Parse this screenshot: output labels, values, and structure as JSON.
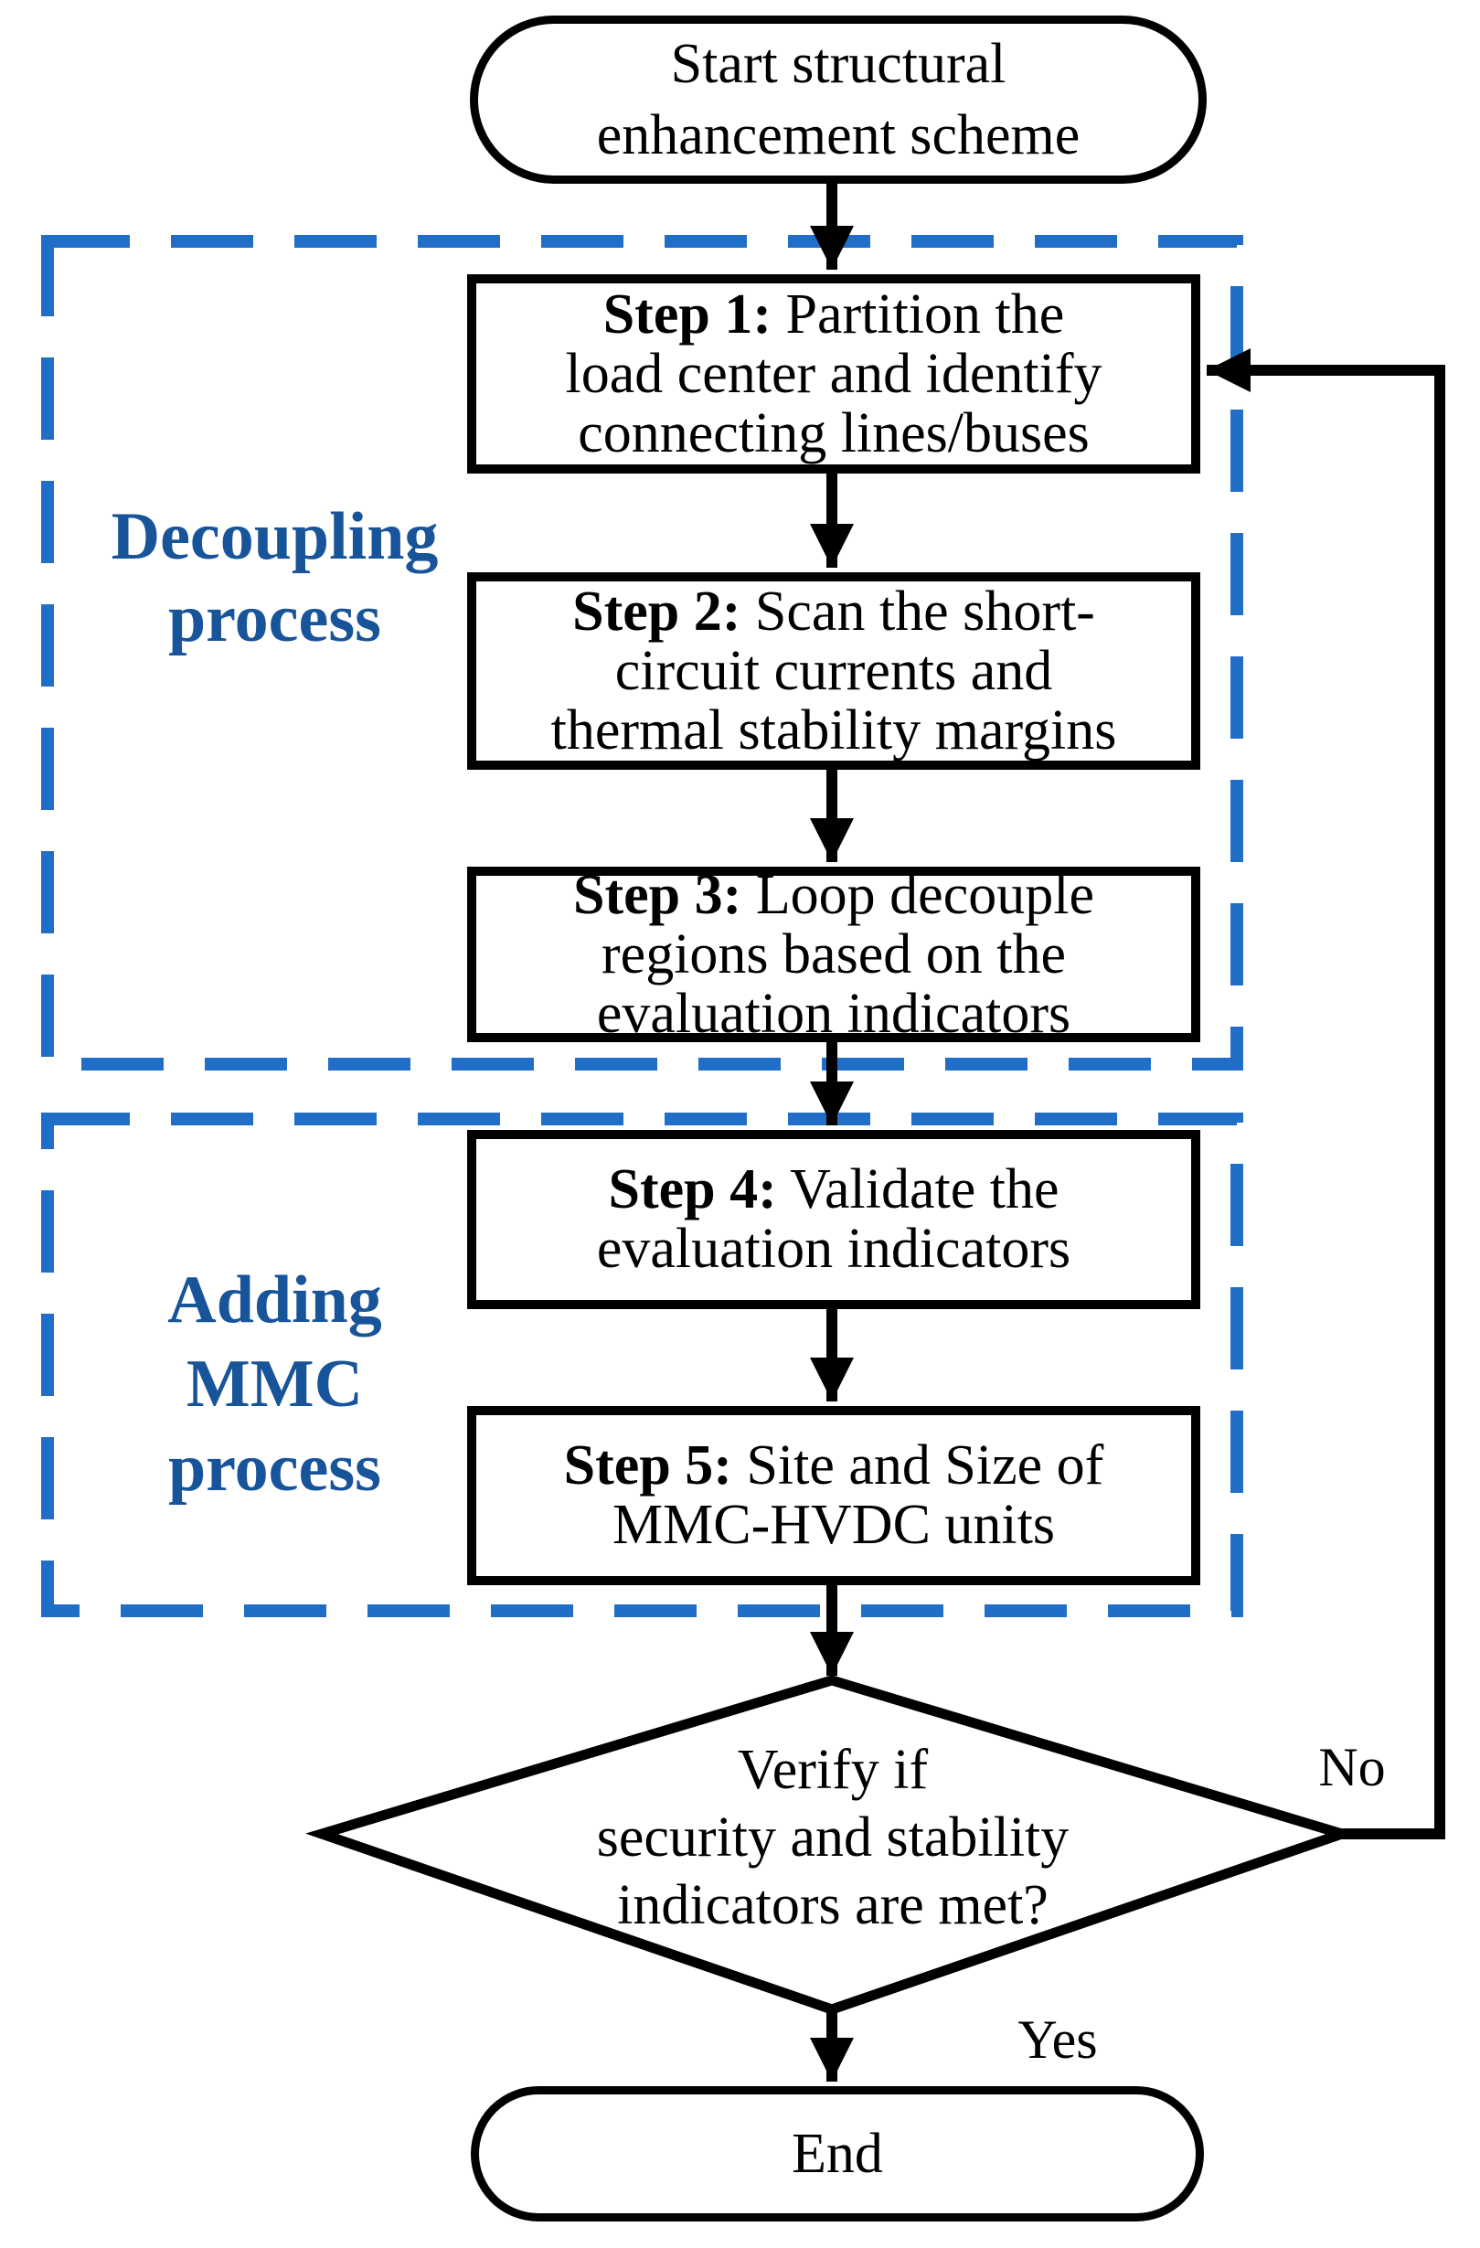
{
  "colors": {
    "flow_line": "#000000",
    "group_border_blue": "#206EC8",
    "group_label_blue": "#185499",
    "node_fill": "#ffffff"
  },
  "nodes": {
    "start": {
      "line1": "Start structural",
      "line2": "enhancement scheme"
    },
    "step1": {
      "label": "Step 1:",
      "line1": " Partition the",
      "line2": "load center and identify",
      "line3": "connecting lines/buses"
    },
    "step2": {
      "label": "Step 2:",
      "line1": " Scan the short-",
      "line2": "circuit currents and",
      "line3": "thermal stability margins"
    },
    "step3": {
      "label": "Step 3:",
      "line1": " Loop decouple",
      "line2": "regions based on the",
      "line3": "evaluation indicators"
    },
    "step4": {
      "label": "Step 4:",
      "line1": " Validate the",
      "line2": "evaluation indicators"
    },
    "step5": {
      "label": "Step 5:",
      "line1": " Site and Size of",
      "line2": "MMC-HVDC units"
    },
    "decision": {
      "line1": "Verify if",
      "line2": "security and stability",
      "line3": "indicators are met?"
    },
    "end": {
      "label": "End"
    }
  },
  "groups": {
    "decoupling": {
      "line1": "Decoupling",
      "line2": "process"
    },
    "adding_mmc": {
      "line1": "Adding",
      "line2": "MMC",
      "line3": "process"
    }
  },
  "branch_labels": {
    "no": "No",
    "yes": "Yes"
  }
}
